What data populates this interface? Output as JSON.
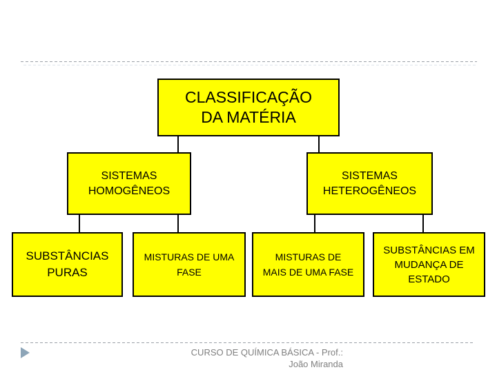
{
  "diagram": {
    "root": {
      "lines": [
        "CLASSIFICAÇÃO",
        "DA MATÉRIA"
      ]
    },
    "level2": [
      {
        "lines": [
          "SISTEMAS",
          "HOMOGÊNEOS"
        ]
      },
      {
        "lines": [
          "SISTEMAS",
          "HETEROGÊNEOS"
        ]
      }
    ],
    "level3": [
      {
        "lines": [
          "SUBSTÂNCIAS",
          "PURAS"
        ]
      },
      {
        "lines": [
          "MISTURAS DE UMA",
          "FASE"
        ]
      },
      {
        "lines": [
          "MISTURAS DE",
          "MAIS DE UMA FASE"
        ]
      },
      {
        "lines": [
          "SUBSTÂNCIAS EM",
          "MUDANÇA DE",
          "ESTADO"
        ]
      }
    ]
  },
  "footer": {
    "line1": "CURSO DE QUÍMICA BÁSICA - Prof.:",
    "line2": "João Miranda"
  },
  "colors": {
    "box_fill": "#FFFF00",
    "box_border": "#000000",
    "connector": "#000000",
    "footer_text": "#7F7F7F",
    "dashed_divider": "#9AA0A6",
    "bullet_arrow": "#8DA5B8"
  }
}
